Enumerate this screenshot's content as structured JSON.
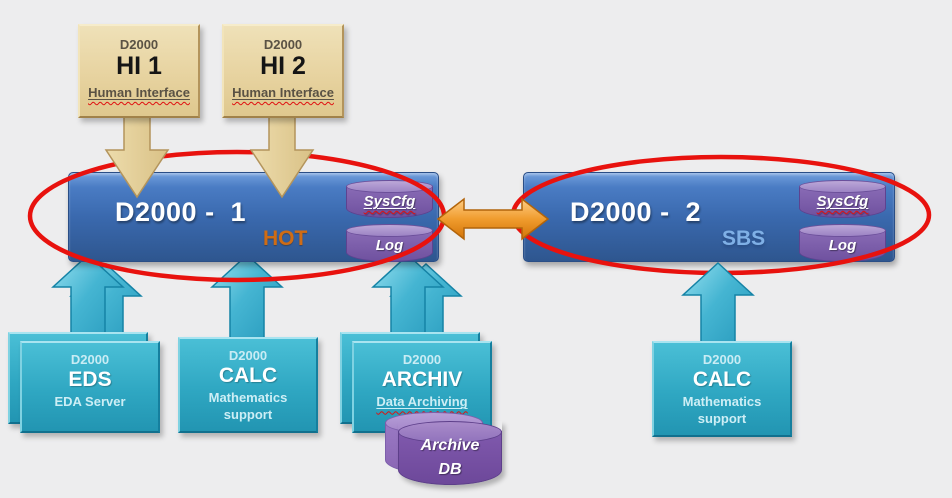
{
  "hi_callouts": [
    {
      "product": "D2000",
      "name": "HI 1",
      "subtitle": "Human Interface"
    },
    {
      "product": "D2000",
      "name": "HI 2",
      "subtitle": "Human Interface"
    }
  ],
  "servers": [
    {
      "title": "D2000 -  1",
      "mode": "HOT",
      "databases": [
        "SysCfg",
        "Log"
      ]
    },
    {
      "title": "D2000 -  2",
      "mode": "SBS",
      "databases": [
        "SysCfg",
        "Log"
      ]
    }
  ],
  "processes": [
    {
      "product": "D2000",
      "name": "EDS",
      "subtitle": "EDA Server"
    },
    {
      "product": "D2000",
      "name": "CALC",
      "subtitle": "Mathematics support"
    },
    {
      "product": "D2000",
      "name": "ARCHIV",
      "subtitle": "Data Archiving"
    },
    {
      "product": "D2000",
      "name": "CALC",
      "subtitle": "Mathematics support"
    }
  ],
  "archive_db": {
    "line1": "Archive",
    "line2": "DB"
  },
  "colors": {
    "background": "#ededee",
    "server_blue": "#3a69ae",
    "process_teal": "#2fa7c2",
    "hi_tan": "#e7d3a0",
    "db_purple": "#7c60a8",
    "highlight_red": "#e8120e",
    "link_orange": "#ee8f1e",
    "hot_text": "#cf6c15",
    "sbs_text": "#7fb0e6"
  }
}
